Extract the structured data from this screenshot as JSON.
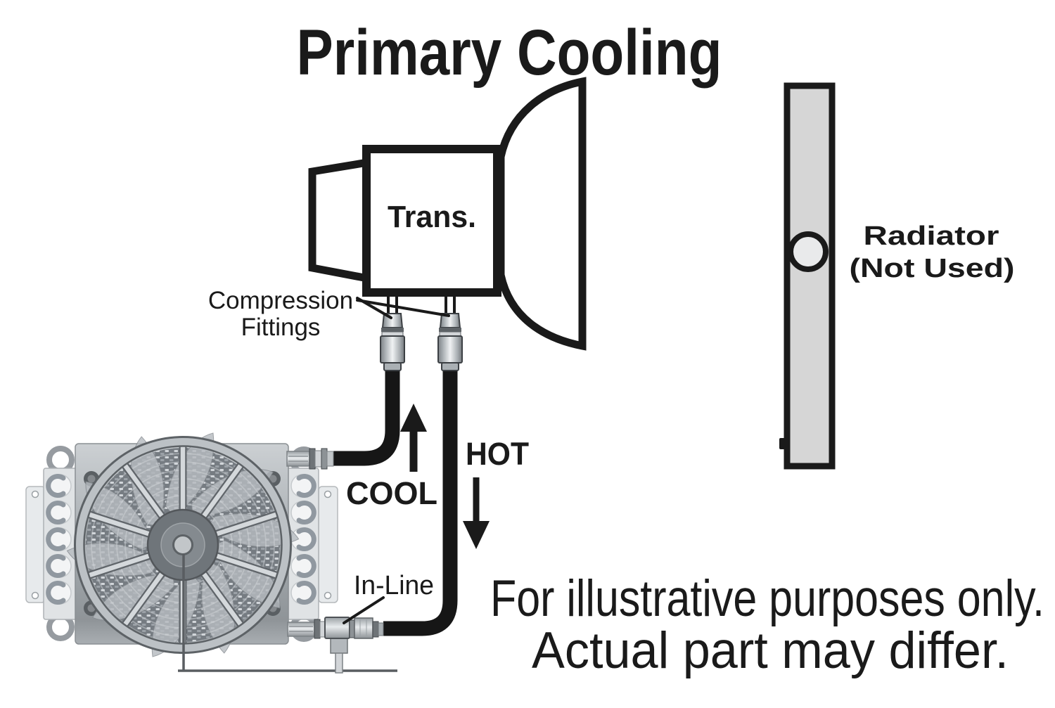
{
  "title": "Primary Cooling",
  "labels": {
    "trans": "Trans.",
    "compression_line1": "Compression",
    "compression_line2": "Fittings",
    "cool": "COOL",
    "hot": "HOT",
    "inline": "In-Line",
    "radiator_line1": "Radiator",
    "radiator_line2": "(Not Used)"
  },
  "disclaimer": {
    "line1": "For illustrative purposes only.",
    "line2": "Actual part may differ."
  },
  "icons": {
    "cool_flow_arrow": "arrow-up",
    "hot_flow_arrow": "arrow-down"
  },
  "colors": {
    "ink": "#1a1a1a",
    "hose_black": "#161616",
    "metal_light": "#e8ebed",
    "metal_mid": "#aab0b4",
    "metal_dark": "#6e7377",
    "radiator_gray": "#d6d6d6",
    "background": "#ffffff"
  }
}
